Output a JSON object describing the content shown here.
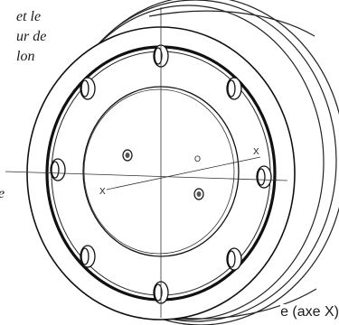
{
  "captions": {
    "line_1": "et le",
    "line_2": "ur de",
    "line_3": "lon",
    "side": "e"
  },
  "axis_labels": {
    "x_right": "X",
    "x_left": "X",
    "origin": "O"
  },
  "bottom_label": "e (axe X)"
}
